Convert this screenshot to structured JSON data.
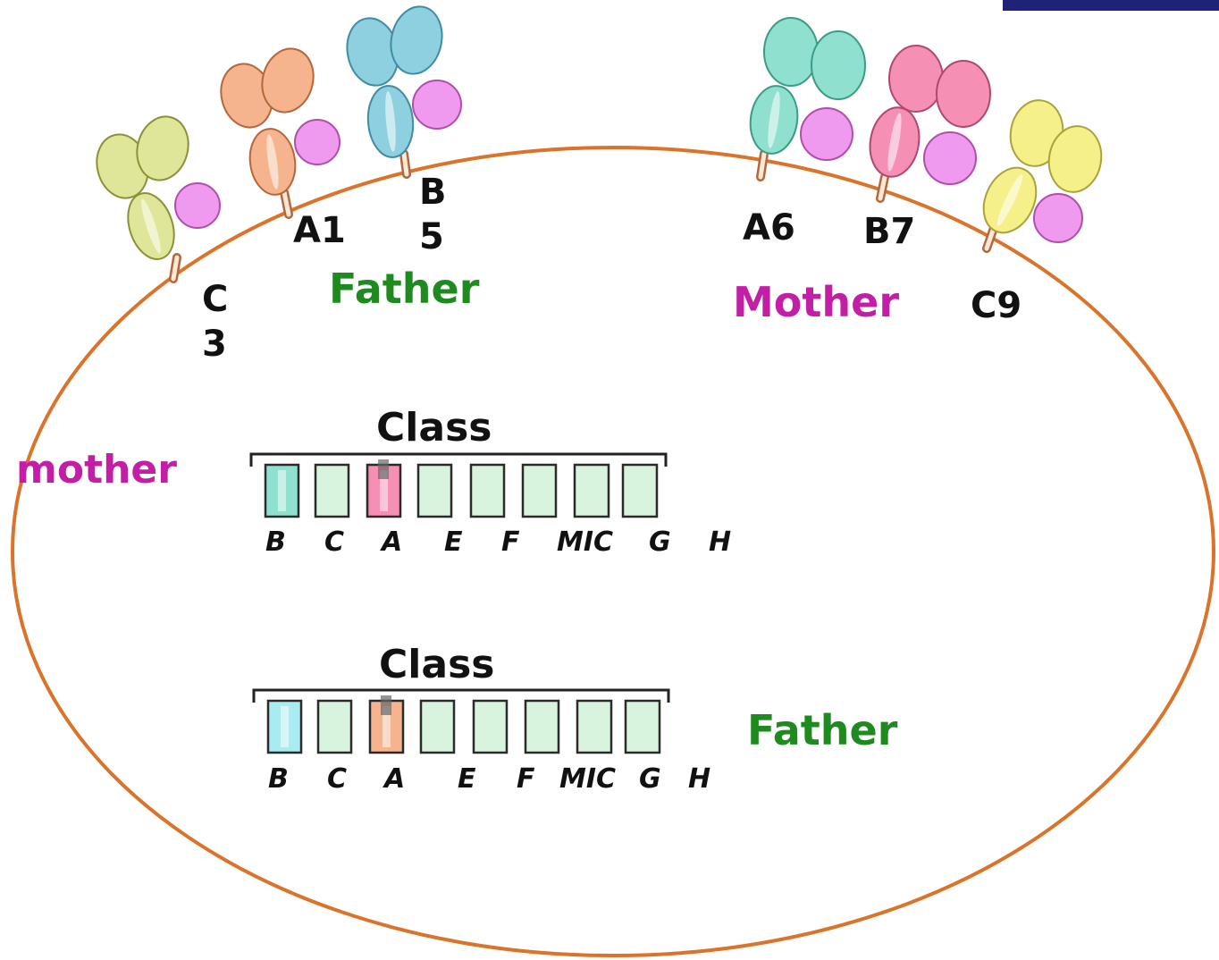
{
  "colors": {
    "cell_outline": "#d9742a",
    "father_text": "#1f8a1f",
    "mother_text": "#c21fa6",
    "beta2m": "#ef9aef",
    "corner_bar": "#1f2378"
  },
  "molecules": [
    {
      "label_line1": "C",
      "label_line2": "3",
      "color": "#dfe69a",
      "stroke": "#8c9138"
    },
    {
      "label_line1": "A1",
      "label_line2": "",
      "color": "#f6b48e",
      "stroke": "#b5663a"
    },
    {
      "label_line1": "B",
      "label_line2": "5",
      "color": "#8fd0e0",
      "stroke": "#3f8da0"
    },
    {
      "label_line1": "A6",
      "label_line2": "",
      "color": "#8fe0cf",
      "stroke": "#3a9c86"
    },
    {
      "label_line1": "B7",
      "label_line2": "",
      "color": "#f58fb4",
      "stroke": "#b0476e"
    },
    {
      "label_line1": "C9",
      "label_line2": "",
      "color": "#f5f08a",
      "stroke": "#a9a33c"
    }
  ],
  "top_labels": {
    "father": "Father",
    "mother": "Mother"
  },
  "chromosomes": [
    {
      "title": "Class",
      "side_label": "mother",
      "genes": [
        "B",
        "C",
        "A",
        "E",
        "F",
        "MIC",
        "G",
        "H"
      ],
      "highlight_colors": [
        "#8fe0cf",
        "#f58fb4"
      ]
    },
    {
      "title": "Class",
      "side_label": "Father",
      "genes": [
        "B",
        "C",
        "A",
        "E",
        "F",
        "MIC",
        "G",
        "H"
      ],
      "highlight_colors": [
        "#a8ecf2",
        "#f6b48e"
      ]
    }
  ]
}
